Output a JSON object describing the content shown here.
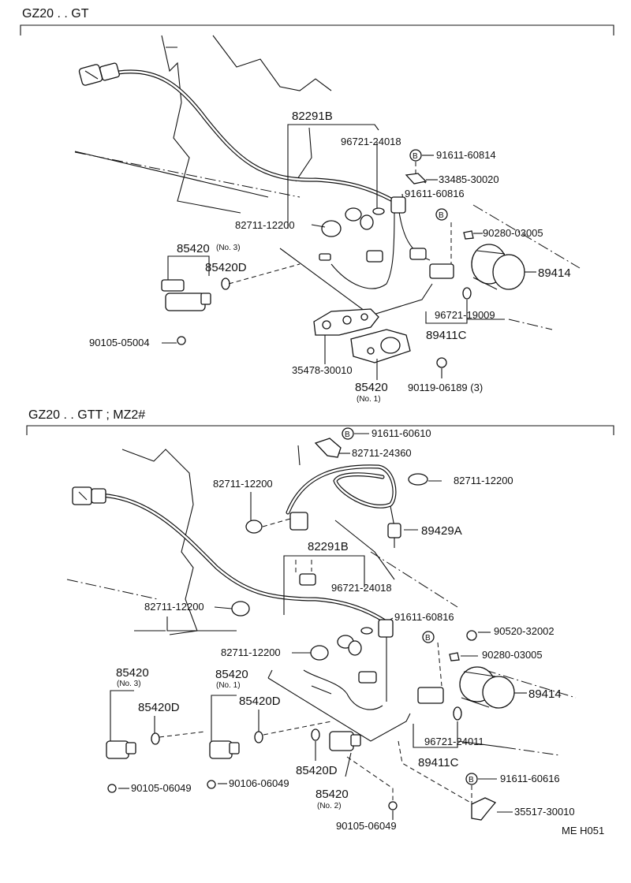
{
  "sections": [
    {
      "header": "GZ20 . . GT",
      "labels": {
        "harness": "82291B",
        "clamp_a": "96721-24018",
        "bolt_b1": "91611-60814",
        "b_mark_1": "B",
        "bracket": "33485-30020",
        "bolt_b2": "91611-60816",
        "b_mark_2": "B",
        "washer": "90280-03005",
        "sensor": "89414",
        "clamp_b": "82711-12200",
        "valve_no3": "85420",
        "valve_no3_sub": "(No. 3)",
        "oring": "85420D",
        "bolt_c": "90105-05004",
        "grommet": "96721-19009",
        "sub_harness": "89411C",
        "gasket": "35478-30010",
        "valve_no1": "85420",
        "valve_no1_sub": "(No. 1)",
        "bolt_d": "90119-06189 (3)"
      }
    },
    {
      "header": "GZ20 . . GTT ; MZ2#",
      "labels": {
        "b_mark_top": "B",
        "bolt_top": "91611-60610",
        "clip_top": "82711-24360",
        "clamp_left": "82711-12200",
        "clamp_right": "82711-12200",
        "sensor_a": "89429A",
        "harness": "82291B",
        "clamp_a": "96721-24018",
        "clamp_mid": "82711-12200",
        "bolt_b": "91611-60816",
        "b_mark_mid": "B",
        "ring": "90520-32002",
        "washer": "90280-03005",
        "clamp_low": "82711-12200",
        "sensor": "89414",
        "valve_no3": "85420",
        "valve_no3_sub": "(No. 3)",
        "oring_a": "85420D",
        "valve_no1": "85420",
        "valve_no1_sub": "(No. 1)",
        "oring_b": "85420D",
        "grommet": "96721-24011",
        "sub_harness": "89411C",
        "oring_c": "85420D",
        "valve_no2": "85420",
        "valve_no2_sub": "(No. 2)",
        "b_mark_low": "B",
        "bolt_low": "91611-60616",
        "bolt_l1": "90105-06049",
        "bolt_l2": "90106-06049",
        "bracket_low": "35517-30010",
        "bolt_bottom": "90105-06049"
      }
    }
  ],
  "footer_code": "ME H051"
}
